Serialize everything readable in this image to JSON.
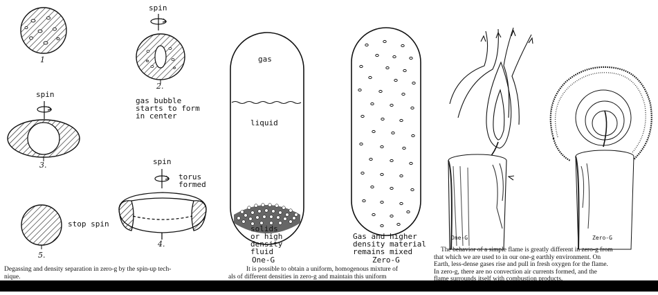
{
  "panel1": {
    "stage1_number": "1",
    "stage2_spin": "spin",
    "stage2_number": "2.",
    "stage2_label": "gas bubble\nstarts to form\nin center",
    "stage3_spin": "spin",
    "stage3_number": "3.",
    "stage4_spin": "spin",
    "stage4_label": "torus\nformed",
    "stage4_number": "4.",
    "stage5_label": "stop spin",
    "stage5_number": "5.",
    "caption_line1": "Degassing and density separation in zero-g by the spin-up tech-",
    "caption_line2": "nique."
  },
  "panel2": {
    "gas_label": "gas",
    "liquid_label": "liquid",
    "solids_label": "solids\nor high\ndensity\nfluid",
    "oneg_label": "One-G",
    "mixed_label": "Gas and higher\ndensity material\nremains mixed",
    "zerog_label": "Zero-G",
    "caption_line1": "It is possible to obtain a uniform, homogenous mixture of",
    "caption_line2": "als of different densities in zero-g and maintain this uniform"
  },
  "panel3": {
    "oneg_label": "One-G",
    "zerog_label": "Zero-G",
    "caption_line1": "The behavior of a simple flame is greatly different in zero-g from",
    "caption_line2": "that which we are used to in our one-g earthly environment. On",
    "caption_line3": "Earth, less-dense gases rise and pull in fresh oxygen for the flame.",
    "caption_line4": "In zero-g, there are no convection air currents formed, and the",
    "caption_line5": "flame surrounds itself with combustion products."
  }
}
